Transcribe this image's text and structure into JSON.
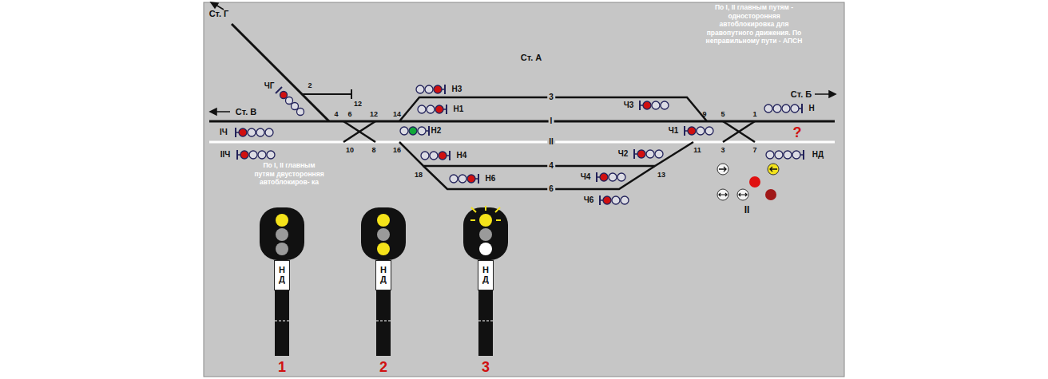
{
  "diagram": {
    "nodes": [
      {
        "text": [
          "Н Д"
        ]
      },
      {
        "text": [
          "Н Д"
        ]
      },
      {
        "text": [
          "Н Д"
        ]
      }
    ],
    "labels": [
      "Ст. Г",
      "Ст. А",
      "По I, II главным путям - односторонняя автоблокировка для правопутного движения. По неправильному пути - АПСН",
      "Ст. В",
      "Ст. Б",
      "ЧГ",
      "IЧ",
      "IIЧ",
      "Н3",
      "Н1",
      "Н2",
      "Н4",
      "Н6",
      "Ч3",
      "Ч1",
      "Ч2",
      "Ч4",
      "Ч6",
      "Н",
      "НД",
      "?",
      "По I, II главным путям двусторонняя автоблокиров- ка",
      "II",
      "1",
      "2",
      "3",
      "3",
      "I",
      "II",
      "4",
      "6",
      "2",
      "12",
      "4",
      "6",
      "12",
      "14",
      "10",
      "8",
      "16",
      "18",
      "9",
      "5",
      "1",
      "11",
      "3",
      "7",
      "13"
    ]
  }
}
